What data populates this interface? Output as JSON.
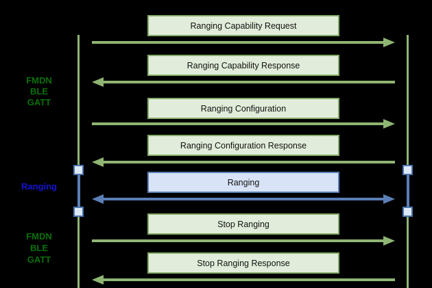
{
  "colors": {
    "background": "#000000",
    "gatt_box_fill": "#e1edda",
    "gatt_box_border": "#84a968",
    "gatt_arrow": "#8fb573",
    "ranging_box_fill": "#d8e3f7",
    "ranging_box_border": "#5b7fb5",
    "ranging_arrow": "#5b7fb5",
    "lifeline_green": "#8fb573",
    "lifeline_blue": "#5b7fb5",
    "activation_fill": "#dde8f7",
    "activation_border": "#4a74ae",
    "label_green": "#0a700a",
    "label_blue": "#1414d4"
  },
  "diagram": {
    "side_labels": [
      {
        "lines": [
          "FMDN",
          "BLE",
          "GATT"
        ],
        "color": "green"
      },
      {
        "lines": [
          "Ranging"
        ],
        "color": "blue"
      },
      {
        "lines": [
          "FMDN",
          "BLE",
          "GATT"
        ],
        "color": "green"
      }
    ],
    "messages": [
      {
        "label": "Ranging Capability Request",
        "direction": "right",
        "channel": "gatt"
      },
      {
        "label": "Ranging Capability Response",
        "direction": "left",
        "channel": "gatt"
      },
      {
        "label": "Ranging Configuration",
        "direction": "right",
        "channel": "gatt"
      },
      {
        "label": "Ranging Configuration Response",
        "direction": "left",
        "channel": "gatt"
      },
      {
        "label": "Ranging",
        "direction": "both",
        "channel": "ranging"
      },
      {
        "label": "Stop Ranging",
        "direction": "right",
        "channel": "gatt"
      },
      {
        "label": "Stop Ranging Response",
        "direction": "left",
        "channel": "gatt"
      }
    ]
  }
}
